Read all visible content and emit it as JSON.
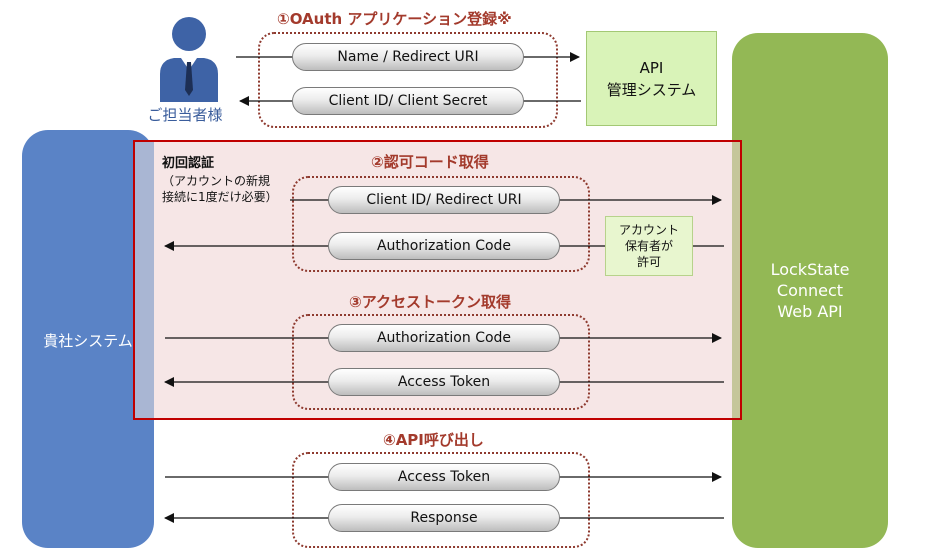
{
  "actors": {
    "user_label": "ご担当者様",
    "left_system": "貴社システム",
    "right_system": "LockState\nConnect\nWeb API",
    "api_box": "API\n管理システム"
  },
  "steps": {
    "s1_title": "①OAuth アプリケーション登録※",
    "s2_title": "②認可コード取得",
    "s3_title": "③アクセストークン取得",
    "s4_title": "④API呼び出し"
  },
  "initial_auth": {
    "title": "初回認証",
    "note": "（アカウントの新規\n接続に1度だけ必要）"
  },
  "consent": "アカウント\n保有者が\n許可",
  "messages": {
    "m1": "Name / Redirect URI",
    "m2": "Client ID/ Client Secret",
    "m3": "Client ID/ Redirect URI",
    "m4": "Authorization Code",
    "m5": "Authorization Code",
    "m6": "Access Token",
    "m7": "Access Token",
    "m8": "Response"
  },
  "colors": {
    "left_system": "#5a83c6",
    "right_system": "#93b855",
    "auth_border": "#c00000",
    "step_title": "#a33a2c"
  }
}
